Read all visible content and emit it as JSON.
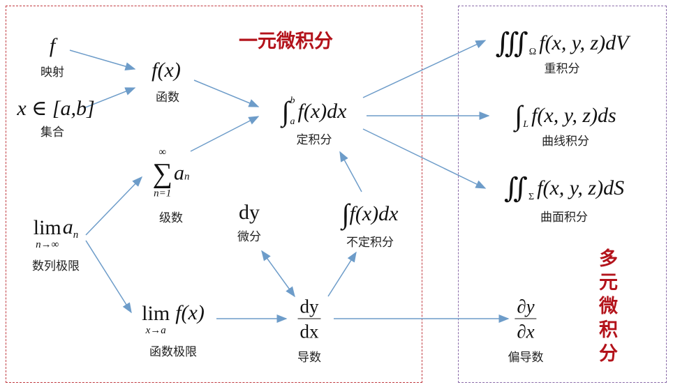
{
  "titles": {
    "single": "一元微积分",
    "multi": "多元微积分"
  },
  "nodes": {
    "mapping": {
      "formula": "f",
      "label": "映射"
    },
    "set": {
      "formula": "x ∈ [a,b]",
      "label": "集合"
    },
    "function": {
      "formula": "f(x)",
      "label": "函数"
    },
    "definite_integral": {
      "symbol": "∫",
      "lower": "a",
      "upper": "b",
      "body": "f(x)dx",
      "label": "定积分"
    },
    "series": {
      "symbol": "∑",
      "upper": "∞",
      "lower": "n=1",
      "body": "a",
      "sub": "n",
      "label": "级数"
    },
    "sequence_limit": {
      "lim": "lim",
      "under": "n→∞",
      "body": "a",
      "sub": "n",
      "label": "数列极限"
    },
    "differential": {
      "formula": "dy",
      "label": "微分"
    },
    "indefinite_integral": {
      "symbol": "∫",
      "body": "f(x)dx",
      "label": "不定积分"
    },
    "function_limit": {
      "lim": "lim",
      "under": "x→a",
      "body": "f(x)",
      "label": "函数极限"
    },
    "derivative": {
      "num": "dy",
      "den": "dx",
      "label": "导数"
    },
    "multiple_integral": {
      "symbol": "∭",
      "lower": "Ω",
      "body": "f(x, y, z)dV",
      "label": "重积分"
    },
    "line_integral": {
      "symbol": "∫",
      "lower": "L",
      "body": "f(x, y, z)ds",
      "label": "曲线积分"
    },
    "surface_integral": {
      "symbol": "∬",
      "lower": "Σ",
      "body": "f(x, y, z)dS",
      "label": "曲面积分"
    },
    "partial_derivative": {
      "num": "∂y",
      "den": "∂x",
      "label": "偏导数"
    }
  },
  "colors": {
    "arrow": "#6d9cc9",
    "title": "#b3131b",
    "single_box": "#c0393f",
    "multi_box": "#8a6aa8"
  }
}
